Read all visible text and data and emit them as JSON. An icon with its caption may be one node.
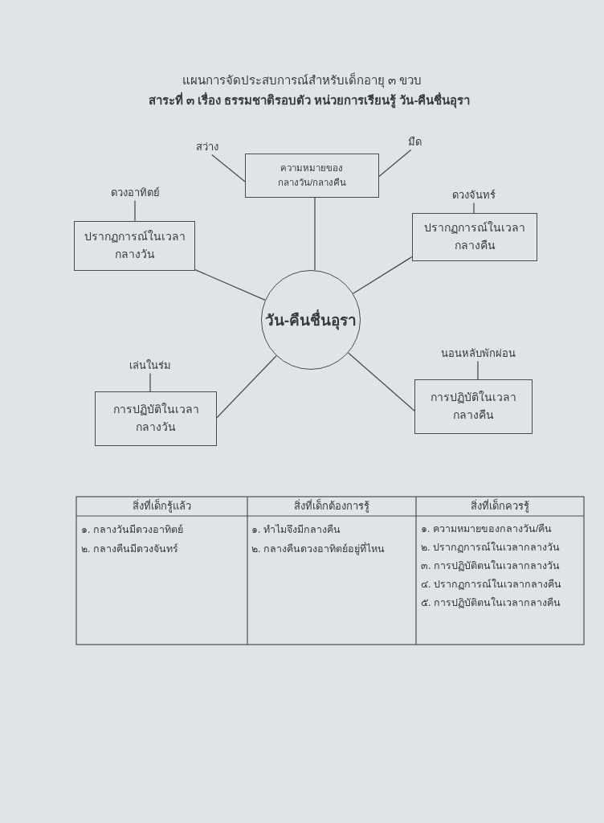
{
  "diagram": {
    "title": "แผนการจัดประสบการณ์สำหรับเด็กอายุ ๓ ขวบ",
    "nodes": [
      {
        "text": [
          "สว่าง"
        ]
      },
      {
        "text": [
          "มืด"
        ]
      },
      {
        "text": [
          "ความหมายของ กลางวัน/กลางคืน"
        ]
      },
      {
        "text": [
          "ดวงอาทิตย์"
        ]
      },
      {
        "text": [
          "ดวงจันทร์"
        ]
      },
      {
        "text": [
          "ปรากฏการณ์ในเวลา กลางวัน"
        ]
      },
      {
        "text": [
          "ปรากฏการณ์ในเวลา กลางคืน"
        ]
      },
      {
        "text": [
          "วัน-คืนชื่นอุรา"
        ]
      },
      {
        "text": [
          "เล่นในร่ม"
        ]
      },
      {
        "text": [
          "นอนหลับพักผ่อน"
        ]
      },
      {
        "text": [
          "การปฏิบัติในเวลา กลางวัน"
        ]
      },
      {
        "text": [
          "การปฏิบัติในเวลา กลางคืน"
        ]
      }
    ],
    "edges": [
      {
        "from": 7,
        "to": 2,
        "arrow": "none"
      },
      {
        "from": 7,
        "to": 5,
        "arrow": "none"
      },
      {
        "from": 7,
        "to": 6,
        "arrow": "none"
      },
      {
        "from": 7,
        "to": 10,
        "arrow": "none"
      },
      {
        "from": 7,
        "to": 11,
        "arrow": "none"
      },
      {
        "from": 2,
        "to": 0,
        "arrow": "none"
      },
      {
        "from": 2,
        "to": 1,
        "arrow": "none"
      },
      {
        "from": 5,
        "to": 3,
        "arrow": "none"
      },
      {
        "from": 6,
        "to": 4,
        "arrow": "none"
      },
      {
        "from": 10,
        "to": 8,
        "arrow": "none"
      },
      {
        "from": 11,
        "to": 9,
        "arrow": "none"
      }
    ],
    "labels": [
      "สาระที่ ๓ เรื่อง ธรรมชาติรอบตัว หน่วยการเรียนรู้ วัน-คืนชื่นอุรา",
      "สิ่งที่เด็กรู้แล้ว",
      "สิ่งที่เด็กต้องการรู้",
      "สิ่งที่เด็กควรรู้",
      "๑. กลางวันมีดวงอาทิตย์",
      "๒. กลางคืนมีดวงจันทร์",
      "๑. ทำไมจึงมีกลางคืน",
      "๒. กลางคืนดวงอาทิตย์อยู่ที่ไหน",
      "๑. ความหมายของกลางวัน/คืน",
      "๒. ปรากฏการณ์ในเวลากลางวัน",
      "๓. การปฏิบัติตนในเวลากลางวัน",
      "๔. ปรากฏการณ์ในเวลากลางคืน",
      "๕. การปฏิบัติตนในเวลากลางคืน"
    ]
  }
}
